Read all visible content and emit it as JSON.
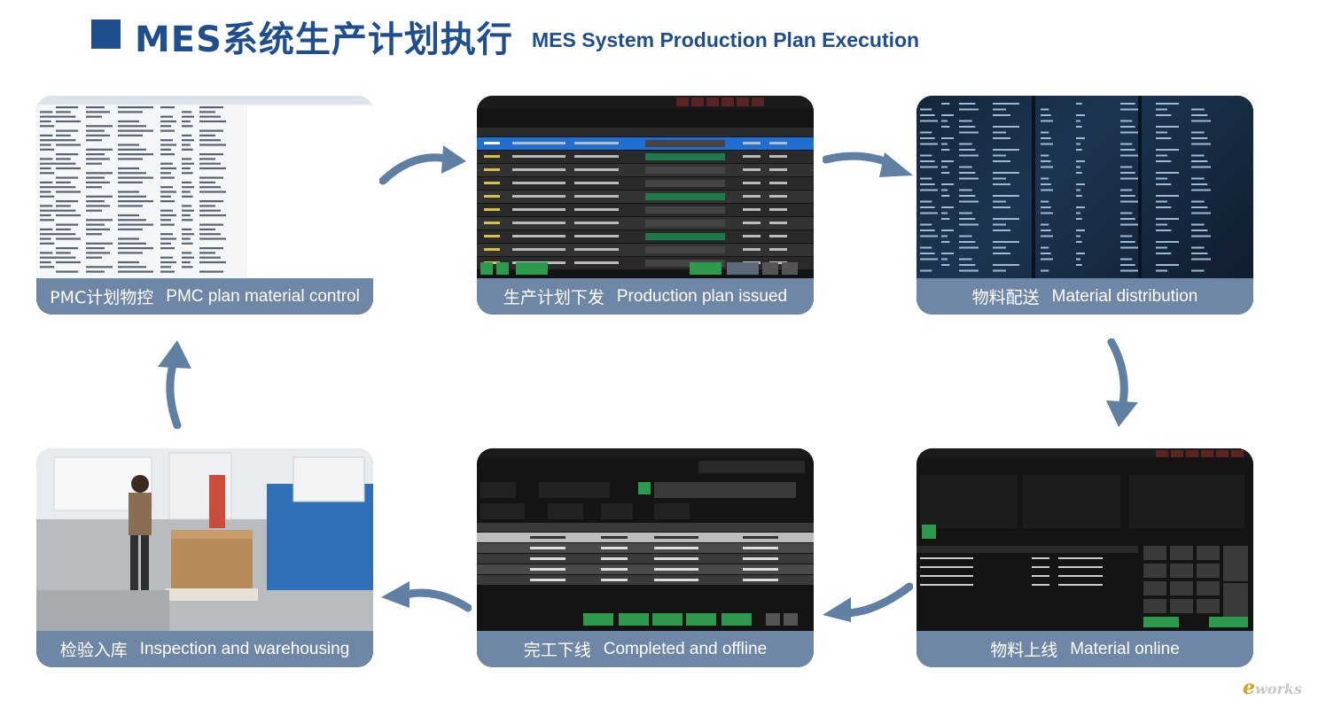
{
  "title": {
    "cn": "MES系统生产计划执行",
    "en": "MES System Production Plan Execution"
  },
  "steps": [
    {
      "cn": "PMC计划物控",
      "en": "PMC plan material control",
      "screen": "spreadsheet"
    },
    {
      "cn": "生产计划下发",
      "en": "Production plan issued",
      "screen": "dark-table"
    },
    {
      "cn": "物料配送",
      "en": "Material distribution",
      "screen": "dark-photo-table"
    },
    {
      "cn": "检验入库",
      "en": "Inspection and warehousing",
      "screen": "photo"
    },
    {
      "cn": "完工下线",
      "en": "Completed and offline",
      "screen": "dark-table"
    },
    {
      "cn": "物料上线",
      "en": "Material online",
      "screen": "dark-keypad"
    }
  ],
  "colors": {
    "title": "#1f4e8f",
    "caption_bg": "#6e87a6",
    "arrow": "#5f7fa3",
    "highlight_row": "#1e6fd1",
    "green_button": "#2e9a4e"
  },
  "logo": {
    "main": "e",
    "rest": "works"
  }
}
